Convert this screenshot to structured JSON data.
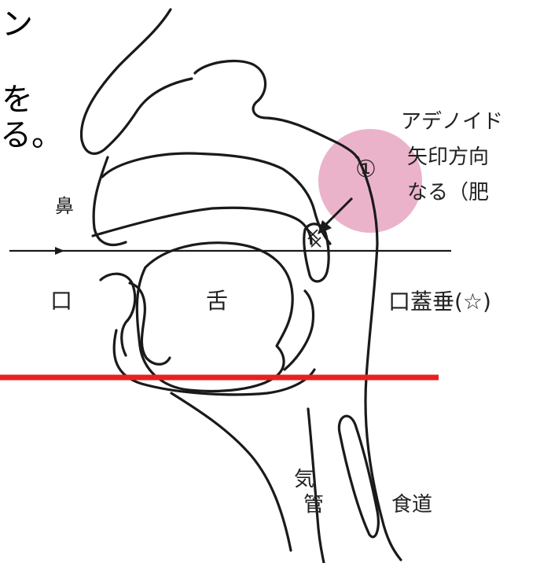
{
  "top_left_text": {
    "line1": "ン",
    "line2": "を",
    "line3": "る。"
  },
  "callout": {
    "marker": "①",
    "title": "アデノイド",
    "line2": "矢印方向",
    "line3": "なる（肥"
  },
  "labels": {
    "nose": "鼻",
    "mouth": "口",
    "tongue": "舌",
    "uvula": "口蓋垂(☆)",
    "trachea_1": "気",
    "trachea_2": "管",
    "esophagus": "食道"
  },
  "colors": {
    "adenoid_highlight": "#e8a6bf",
    "marker_line": "#e8201f",
    "ink": "#1a1a1a"
  }
}
